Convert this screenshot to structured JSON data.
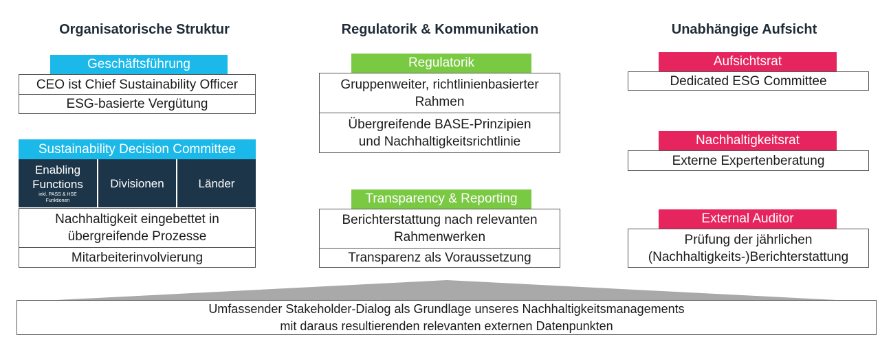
{
  "columns": {
    "left": {
      "title": "Organisatorische Struktur",
      "header": "Geschäftsführung",
      "items": [
        "CEO ist Chief Sustainability Officer",
        "ESG-basierte Vergütung"
      ],
      "committee": {
        "header": "Sustainability Decision Committee",
        "cells": [
          {
            "label": "Enabling Functions",
            "note": "inkl. PASS & HSE Funktionen"
          },
          {
            "label": "Divisionen"
          },
          {
            "label": "Länder"
          }
        ]
      },
      "items2": [
        "Nachhaltigkeit eingebettet in übergreifende Prozesse",
        "Mitarbeiterinvolvierung"
      ]
    },
    "middle": {
      "title": "Regulatorik & Kommunikation",
      "header1": "Regulatorik",
      "items1": [
        "Gruppenweiter, richtlinienbasierter Rahmen",
        "Übergreifende BASE-Prinzipien und Nachhaltigkeitsrichtlinie"
      ],
      "header2": "Transparency & Reporting",
      "items2": [
        "Berichterstattung nach relevanten Rahmenwerken",
        "Transparenz als Voraussetzung"
      ]
    },
    "right": {
      "title": "Unabhängige Aufsicht",
      "groups": [
        {
          "header": "Aufsichtsrat",
          "item": "Dedicated ESG Committee"
        },
        {
          "header": "Nachhaltigkeitsrat",
          "item": "Externe Expertenberatung"
        },
        {
          "header": "External Auditor",
          "item": "Prüfung der jährlichen (Nachhaltigkeits-)Berichterstattung"
        }
      ]
    }
  },
  "footer": {
    "line1": "Umfassender Stakeholder-Dialog als Grundlage unseres Nachhaltigkeitsmanagements",
    "line2": "mit daraus resultierenden relevanten externen Datenpunkten"
  },
  "colors": {
    "blue": "#1bb8ea",
    "green": "#7ac943",
    "red": "#e6245e",
    "dark": "#1c3548"
  }
}
